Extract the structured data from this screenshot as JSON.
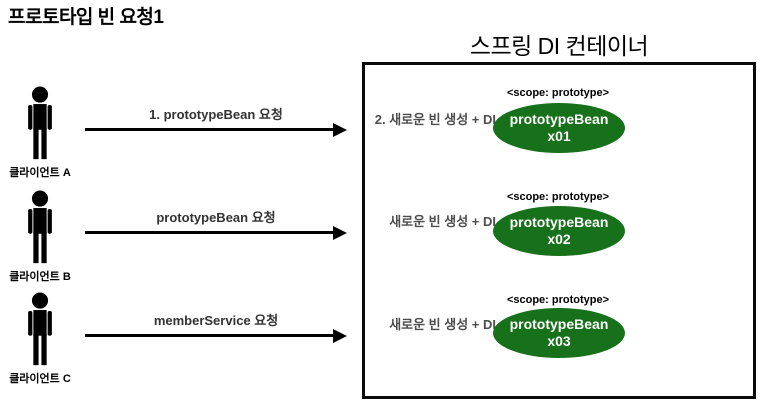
{
  "page_title": "프로토타입 빈 요청1",
  "container": {
    "title": "스프링 DI 컨테이너",
    "rows": [
      {
        "scope": "<scope: prototype>",
        "action": "2. 새로운 빈 생성 + DI",
        "bean_name": "prototypeBean",
        "bean_instance": "x01"
      },
      {
        "scope": "<scope: prototype>",
        "action": "새로운 빈 생성 + DI",
        "bean_name": "prototypeBean",
        "bean_instance": "x02"
      },
      {
        "scope": "<scope: prototype>",
        "action": "새로운 빈 생성 + DI",
        "bean_name": "prototypeBean",
        "bean_instance": "x03"
      }
    ]
  },
  "clients": [
    {
      "label": "클라이언트 A",
      "request": "1. prototypeBean 요청"
    },
    {
      "label": "클라이언트 B",
      "request": "prototypeBean 요청"
    },
    {
      "label": "클라이언트 C",
      "request": "memberService 요청"
    }
  ],
  "colors": {
    "bean_fill": "#17701a",
    "bean_text": "#ffffff",
    "action_text": "#4d4d4d",
    "line": "#000000"
  }
}
